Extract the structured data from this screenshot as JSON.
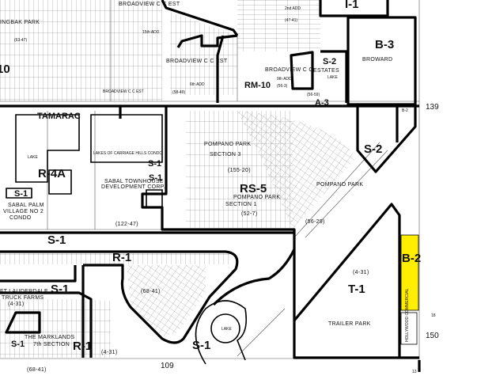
{
  "map": {
    "highlight_color": "#ffee00",
    "zones": {
      "i1_top": "I-1",
      "b3": "B-3",
      "s2_estates": "S-2",
      "a3": "A-3",
      "rm10": "RM-10",
      "rm10_left": "10",
      "b2_small": "B-2",
      "s2_east": "S-2",
      "r4a": "R-4A",
      "s1_tamarac": "S-1",
      "s1_sabal": "S-1",
      "s1_sabal_2": "S-1",
      "rs5": "RS-5",
      "s1_strip": "S-1",
      "r1_strip": "R-1",
      "s1_truck": "S-1",
      "b2_highlight": "B-2",
      "t1": "T-1",
      "s1_marklands": "S-1",
      "r1_south": "R-1",
      "s1_south": "S-1"
    },
    "names": {
      "broward": "BROWARD",
      "estates": "ESTATES",
      "lake_estates": "LAKE",
      "broadview_top": "BROADVIEW C C EST",
      "broadview_2nd": "2nd ADD",
      "broadview_2nd_plat": "(47-41)",
      "broadview_15th": "15th ADD",
      "broadview_mid": "BROADVIEW C C EST",
      "broadview_6th": "6th ADD",
      "broadview_6th_plat": "(58-49)",
      "broadview_9th": "BROADVIEW C C",
      "broadview_9th_add": "9th ADD",
      "broadview_9th_plat": "(56-3)",
      "broadview_south": "BROADVIEW C C EST",
      "a3_plat": "(56-59)",
      "park_nw": "INGBAK PARK",
      "park_nw_plat": "(63-47)",
      "tamarac": "TAMARAC",
      "lake_tamarac": "LAKE",
      "lakes_carriage": "LAKES OF CARRIAGE HILLS CONDO",
      "sabal_townhouse_1": "SABAL TOWNHOUSE",
      "sabal_townhouse_2": "DEVELOPMENT CORP.",
      "sabal_plat": "(122-47)",
      "sabal_palm_1": "SABAL PALM",
      "sabal_palm_2": "VILLAGE NO 2",
      "sabal_palm_3": "CONDO",
      "pompano3_1": "POMPANO PARK",
      "pompano3_2": "SECTION 3",
      "pompano3_plat": "(155-20)",
      "pompano1_1": "POMPANO PARK",
      "pompano1_2": "SECTION 1",
      "pompano1_plat": "(52-7)",
      "pompano_east": "POMPANO PARK",
      "pompano_east_plat": "(56-29)",
      "truck_1": "FT LAUDERDALE",
      "truck_2": "TRUCK FARMS",
      "truck_plat": "(4-31)",
      "strip_plat": "(68-41)",
      "t1_plat": "(4-31)",
      "trailer_park": "TRAILER PARK",
      "marklands_1": "THE MARKLANDS",
      "marklands_2": "7th SECTION",
      "marklands_plat": "(68-41)",
      "south_plat": "(4-31)",
      "lake_circle": "LAKE",
      "hollywood": "HOLLYWOOD COMMERCIAL"
    },
    "grid_numbers": {
      "n139": "139",
      "n150": "150",
      "n109": "109",
      "n13": "13",
      "n18": "18"
    }
  }
}
